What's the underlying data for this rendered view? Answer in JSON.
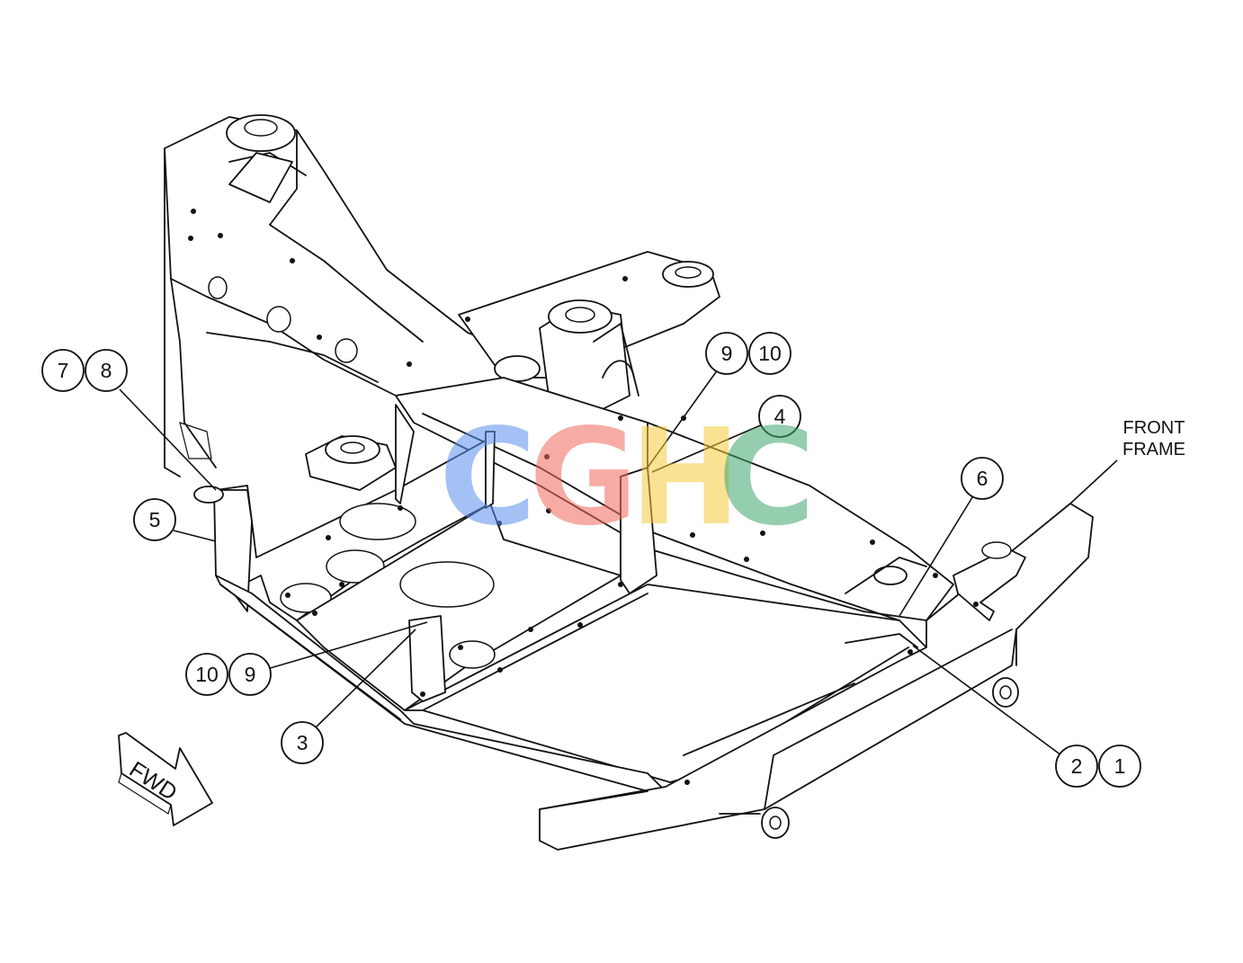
{
  "callouts": {
    "c1": "1",
    "c2": "2",
    "c3": "3",
    "c4": "4",
    "c5": "5",
    "c6": "6",
    "c7": "7",
    "c8": "8",
    "c9a": "9",
    "c10a": "10",
    "c10b": "10",
    "c9b": "9"
  },
  "labels": {
    "front_frame_line1": "FRONT",
    "front_frame_line2": "FRAME",
    "fwd": "FWD"
  },
  "watermark": {
    "letters": [
      "C",
      "G",
      "H",
      "C"
    ],
    "colors": [
      "#5b8ff0",
      "#ef6a5c",
      "#f5cc3c",
      "#3fa56f"
    ]
  }
}
